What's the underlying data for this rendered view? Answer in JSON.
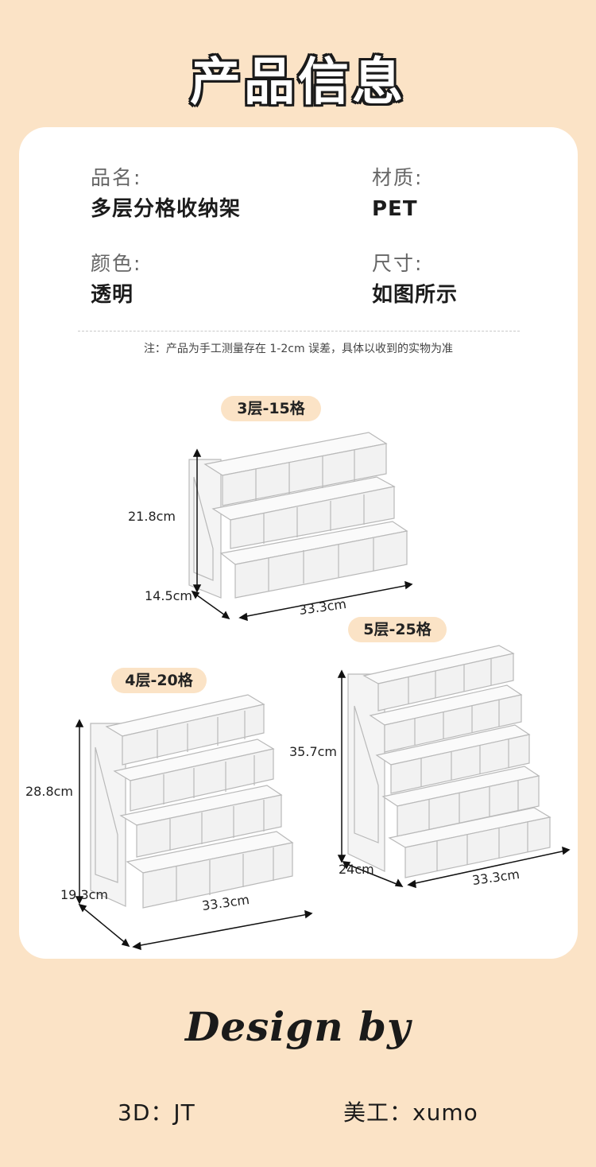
{
  "header": {
    "title": "产品信息"
  },
  "specs": {
    "name": {
      "label": "品名:",
      "value": "多层分格收纳架"
    },
    "material": {
      "label": "材质:",
      "value": "PET"
    },
    "color": {
      "label": "颜色:",
      "value": "透明"
    },
    "size": {
      "label": "尺寸:",
      "value": "如图所示"
    }
  },
  "note": "注：产品为手工测量存在 1-2cm 误差，具体以收到的实物为准",
  "variants": {
    "three": {
      "tag": "3层-15格",
      "height": "21.8cm",
      "depth": "14.5cm",
      "width": "33.3cm"
    },
    "four": {
      "tag": "4层-20格",
      "height": "28.8cm",
      "depth": "19.3cm",
      "width": "33.3cm"
    },
    "five": {
      "tag": "5层-25格",
      "height": "35.7cm",
      "depth": "24cm",
      "width": "33.3cm"
    }
  },
  "footer": {
    "signature": "Design by",
    "credit_3d": "3D：JT",
    "credit_art": "美工：xumo"
  }
}
